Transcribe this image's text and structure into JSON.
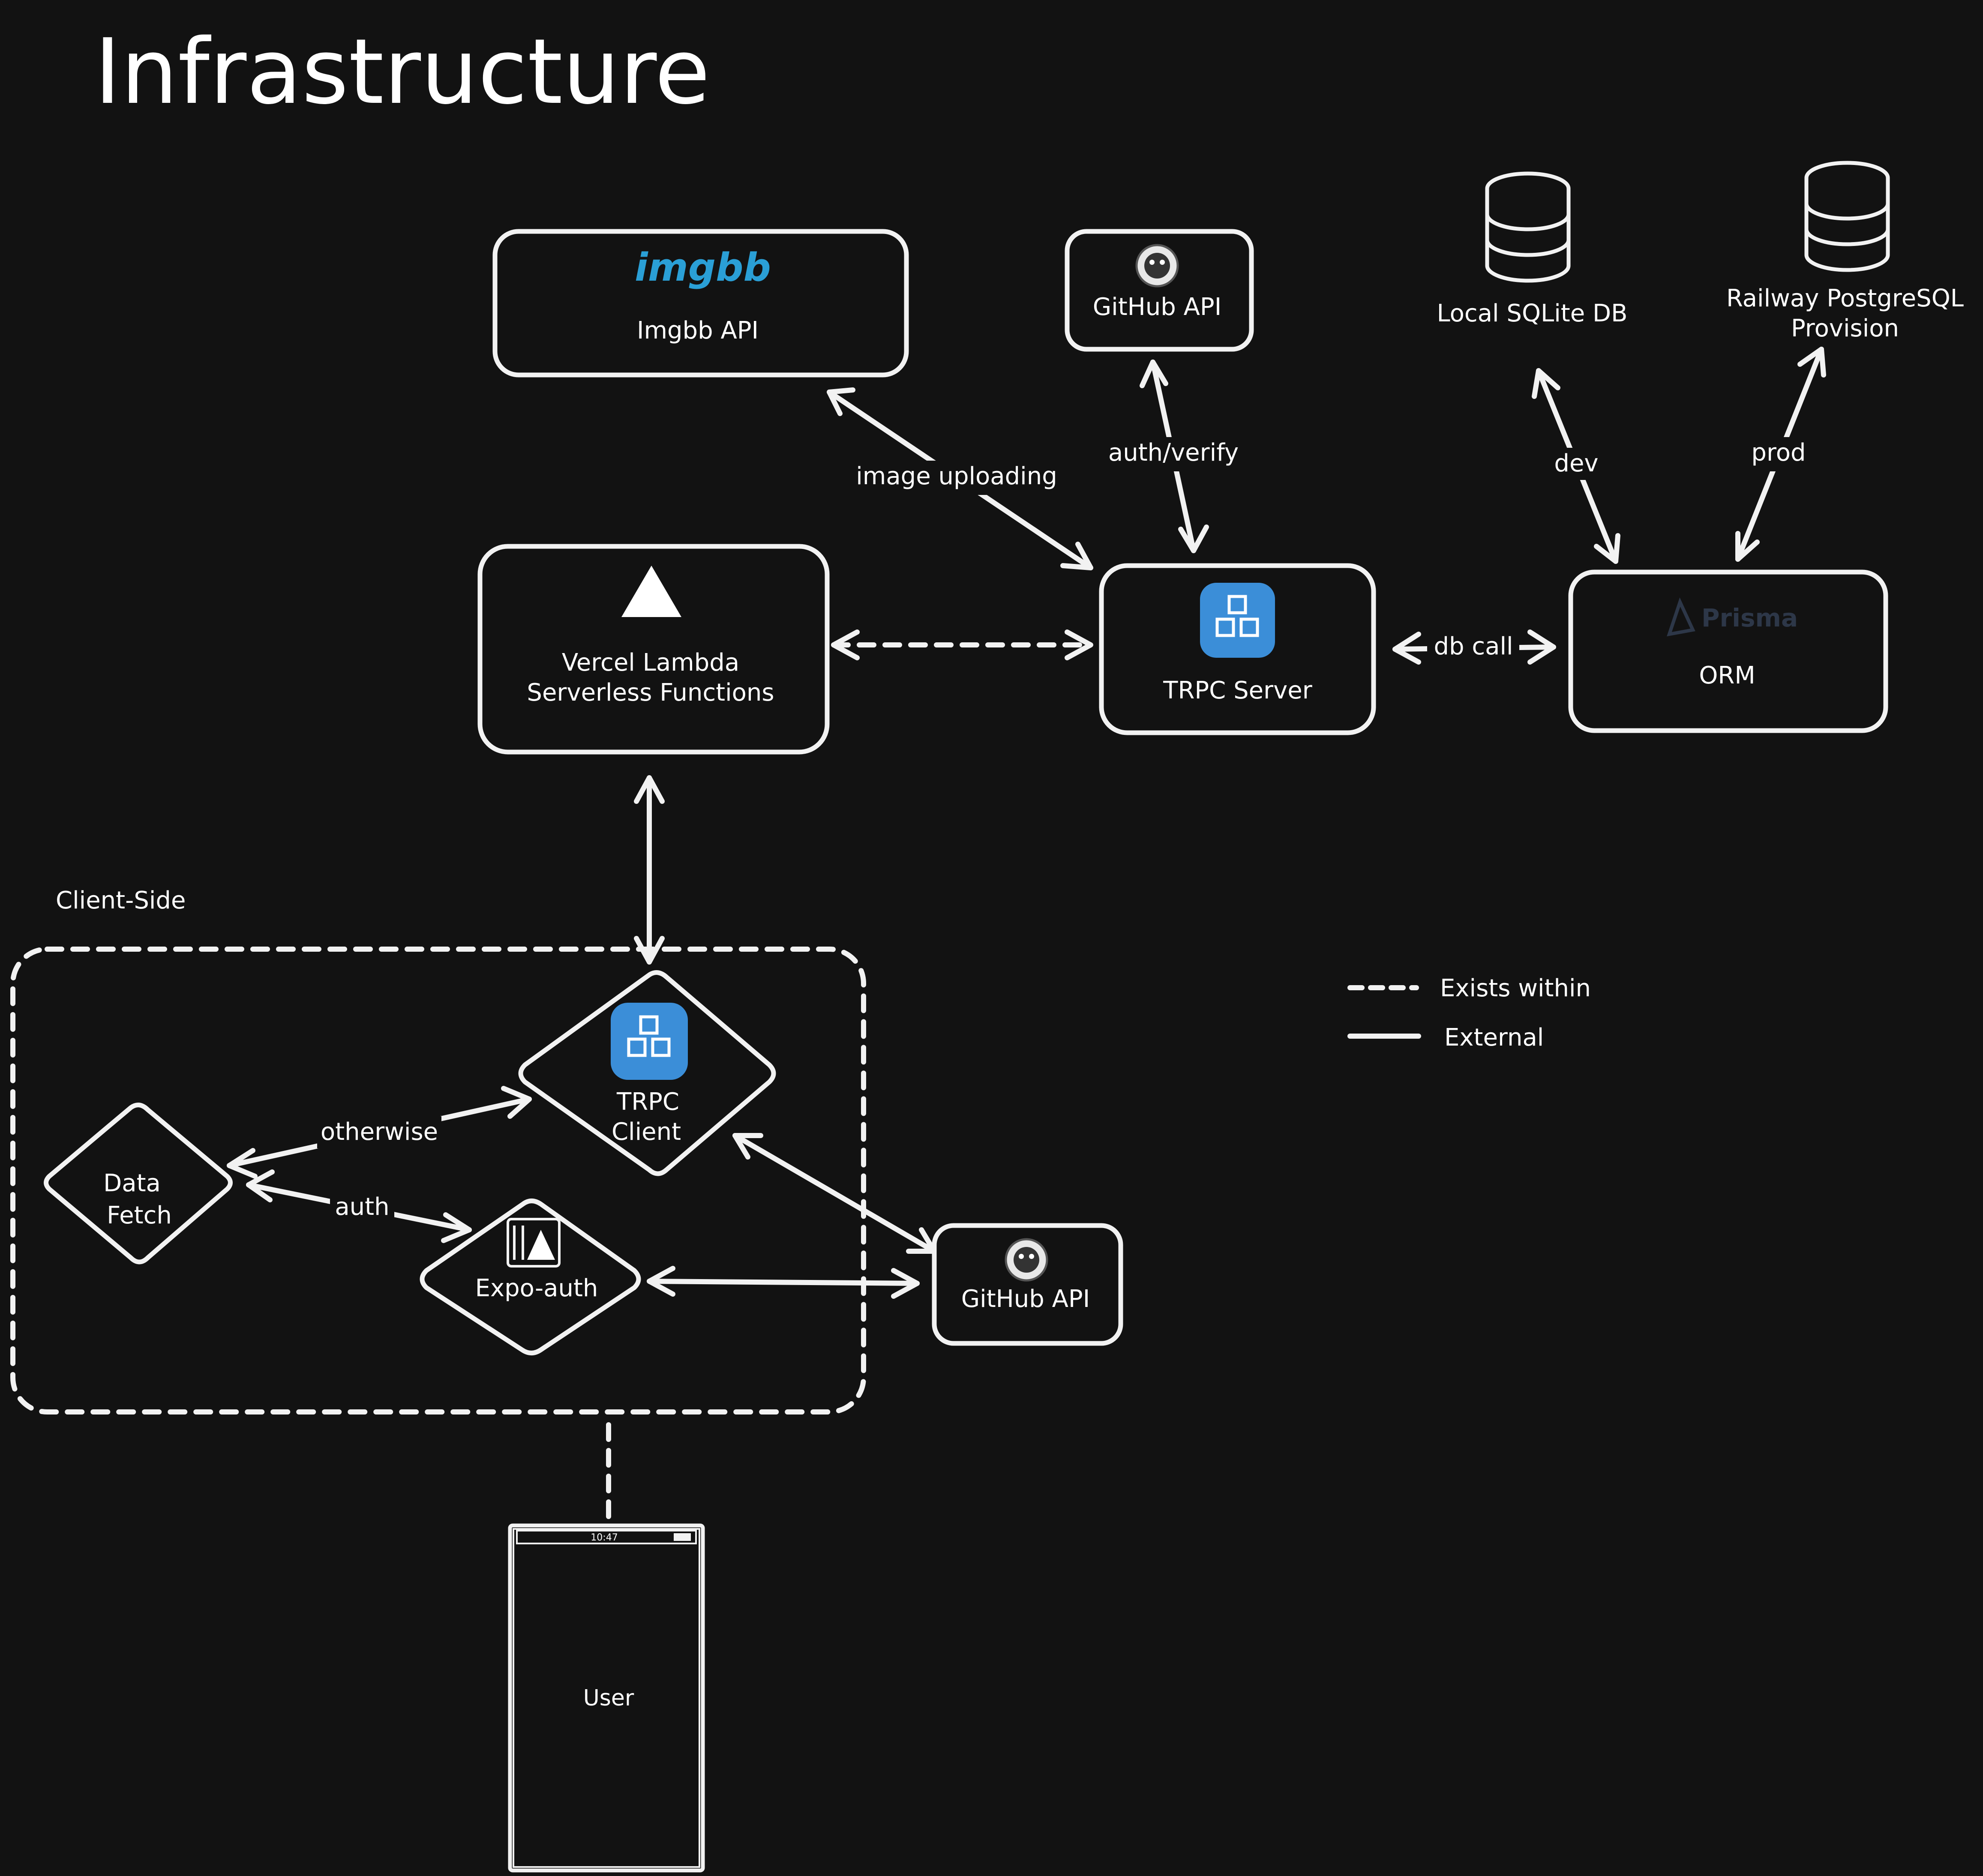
{
  "title": "Infrastructure",
  "group": {
    "label": "Client-Side"
  },
  "nodes": {
    "imgbb": {
      "logo": "imgbb",
      "label": "Imgbb API"
    },
    "github_top": {
      "label": "GitHub API",
      "icon": "github-icon"
    },
    "sqlite": {
      "label": "Local SQLite DB",
      "icon": "database-icon"
    },
    "postgres": {
      "label_line1": "Railway PostgreSQL",
      "label_line2": "Provision",
      "icon": "database-icon"
    },
    "vercel": {
      "label_line1": "Vercel Lambda",
      "label_line2": "Serverless Functions",
      "icon": "vercel-triangle-icon"
    },
    "trpc_server": {
      "label": "TRPC Server",
      "icon": "trpc-icon"
    },
    "orm": {
      "logo": "Prisma",
      "label": "ORM"
    },
    "trpc_client": {
      "label_line1": "TRPC",
      "label_line2": "Client",
      "icon": "trpc-icon"
    },
    "data_fetch": {
      "label_line1": "Data",
      "label_line2": "Fetch"
    },
    "expo_auth": {
      "label": "Expo-auth",
      "icon": "expo-icon"
    },
    "github_bottom": {
      "label": "GitHub API",
      "icon": "github-icon"
    },
    "user": {
      "label": "User",
      "status_time": "10:47"
    }
  },
  "edges": {
    "image_uploading": "image uploading",
    "auth_verify": "auth/verify",
    "dev": "dev",
    "prod": "prod",
    "db_call": "db call",
    "otherwise": "otherwise",
    "auth": "auth"
  },
  "legend": {
    "dashed": "Exists within",
    "solid": "External"
  },
  "colors": {
    "background": "#121212",
    "stroke": "#f2f2f2",
    "trpc_blue": "#3b8ed8",
    "imgbb_blue": "#2a9fd6",
    "prisma_dark": "#2d3748"
  }
}
